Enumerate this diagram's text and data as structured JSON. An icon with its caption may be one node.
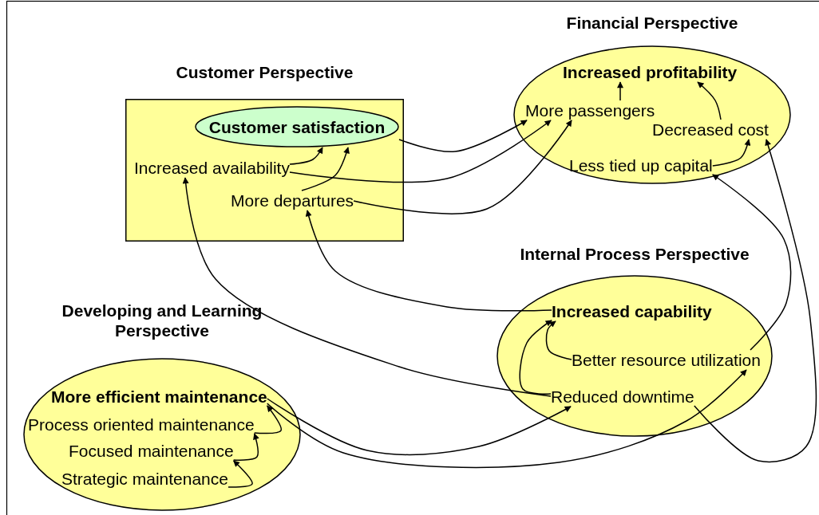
{
  "diagram": {
    "nodes": [
      {
        "text": [
          "Customer Perspective"
        ]
      },
      {
        "text": [
          "Customer satisfaction"
        ],
        "in": 0
      },
      {
        "text": [
          "Increased availability"
        ],
        "in": 0
      },
      {
        "text": [
          "More departures"
        ],
        "in": 0
      },
      {
        "text": [
          "Financial Perspective"
        ]
      },
      {
        "text": [
          "Increased profitability"
        ],
        "in": 4
      },
      {
        "text": [
          "More passengers"
        ],
        "in": 4
      },
      {
        "text": [
          "Decreased cost"
        ],
        "in": 4
      },
      {
        "text": [
          "Less tied up capital"
        ],
        "in": 4
      },
      {
        "text": [
          "Internal Process Perspective"
        ]
      },
      {
        "text": [
          "Increased capability"
        ],
        "in": 9
      },
      {
        "text": [
          "Better resource utilization"
        ],
        "in": 9
      },
      {
        "text": [
          "Reduced downtime"
        ],
        "in": 9
      },
      {
        "text": [
          "Developing and Learning Perspective"
        ]
      },
      {
        "text": [
          "More efficient maintenance"
        ],
        "in": 13
      },
      {
        "text": [
          "Process oriented maintenance"
        ],
        "in": 13
      },
      {
        "text": [
          "Focused maintenance"
        ],
        "in": 13
      },
      {
        "text": [
          "Strategic maintenance"
        ],
        "in": 13
      }
    ],
    "edges": [
      {
        "from": 2,
        "to": 1,
        "arrow": "to"
      },
      {
        "from": 3,
        "to": 1,
        "arrow": "to"
      },
      {
        "from": 1,
        "to": 6,
        "arrow": "to"
      },
      {
        "from": 2,
        "to": 6,
        "arrow": "to"
      },
      {
        "from": 3,
        "to": 6,
        "arrow": "to"
      },
      {
        "from": 6,
        "to": 5,
        "arrow": "to"
      },
      {
        "from": 7,
        "to": 5,
        "arrow": "to"
      },
      {
        "from": 8,
        "to": 7,
        "arrow": "to"
      },
      {
        "from": 12,
        "to": 7,
        "arrow": "to"
      },
      {
        "from": 11,
        "to": 8,
        "arrow": "to"
      },
      {
        "from": 10,
        "to": 3,
        "arrow": "to"
      },
      {
        "from": 12,
        "to": 2,
        "arrow": "to"
      },
      {
        "from": 11,
        "to": 10,
        "arrow": "to"
      },
      {
        "from": 12,
        "to": 10,
        "arrow": "to"
      },
      {
        "from": 14,
        "to": 12,
        "arrow": "to"
      },
      {
        "from": 14,
        "to": 11,
        "arrow": "to"
      },
      {
        "from": 15,
        "to": 14,
        "arrow": "to"
      },
      {
        "from": 16,
        "to": 15,
        "arrow": "to"
      },
      {
        "from": 17,
        "to": 16,
        "arrow": "to"
      }
    ]
  }
}
